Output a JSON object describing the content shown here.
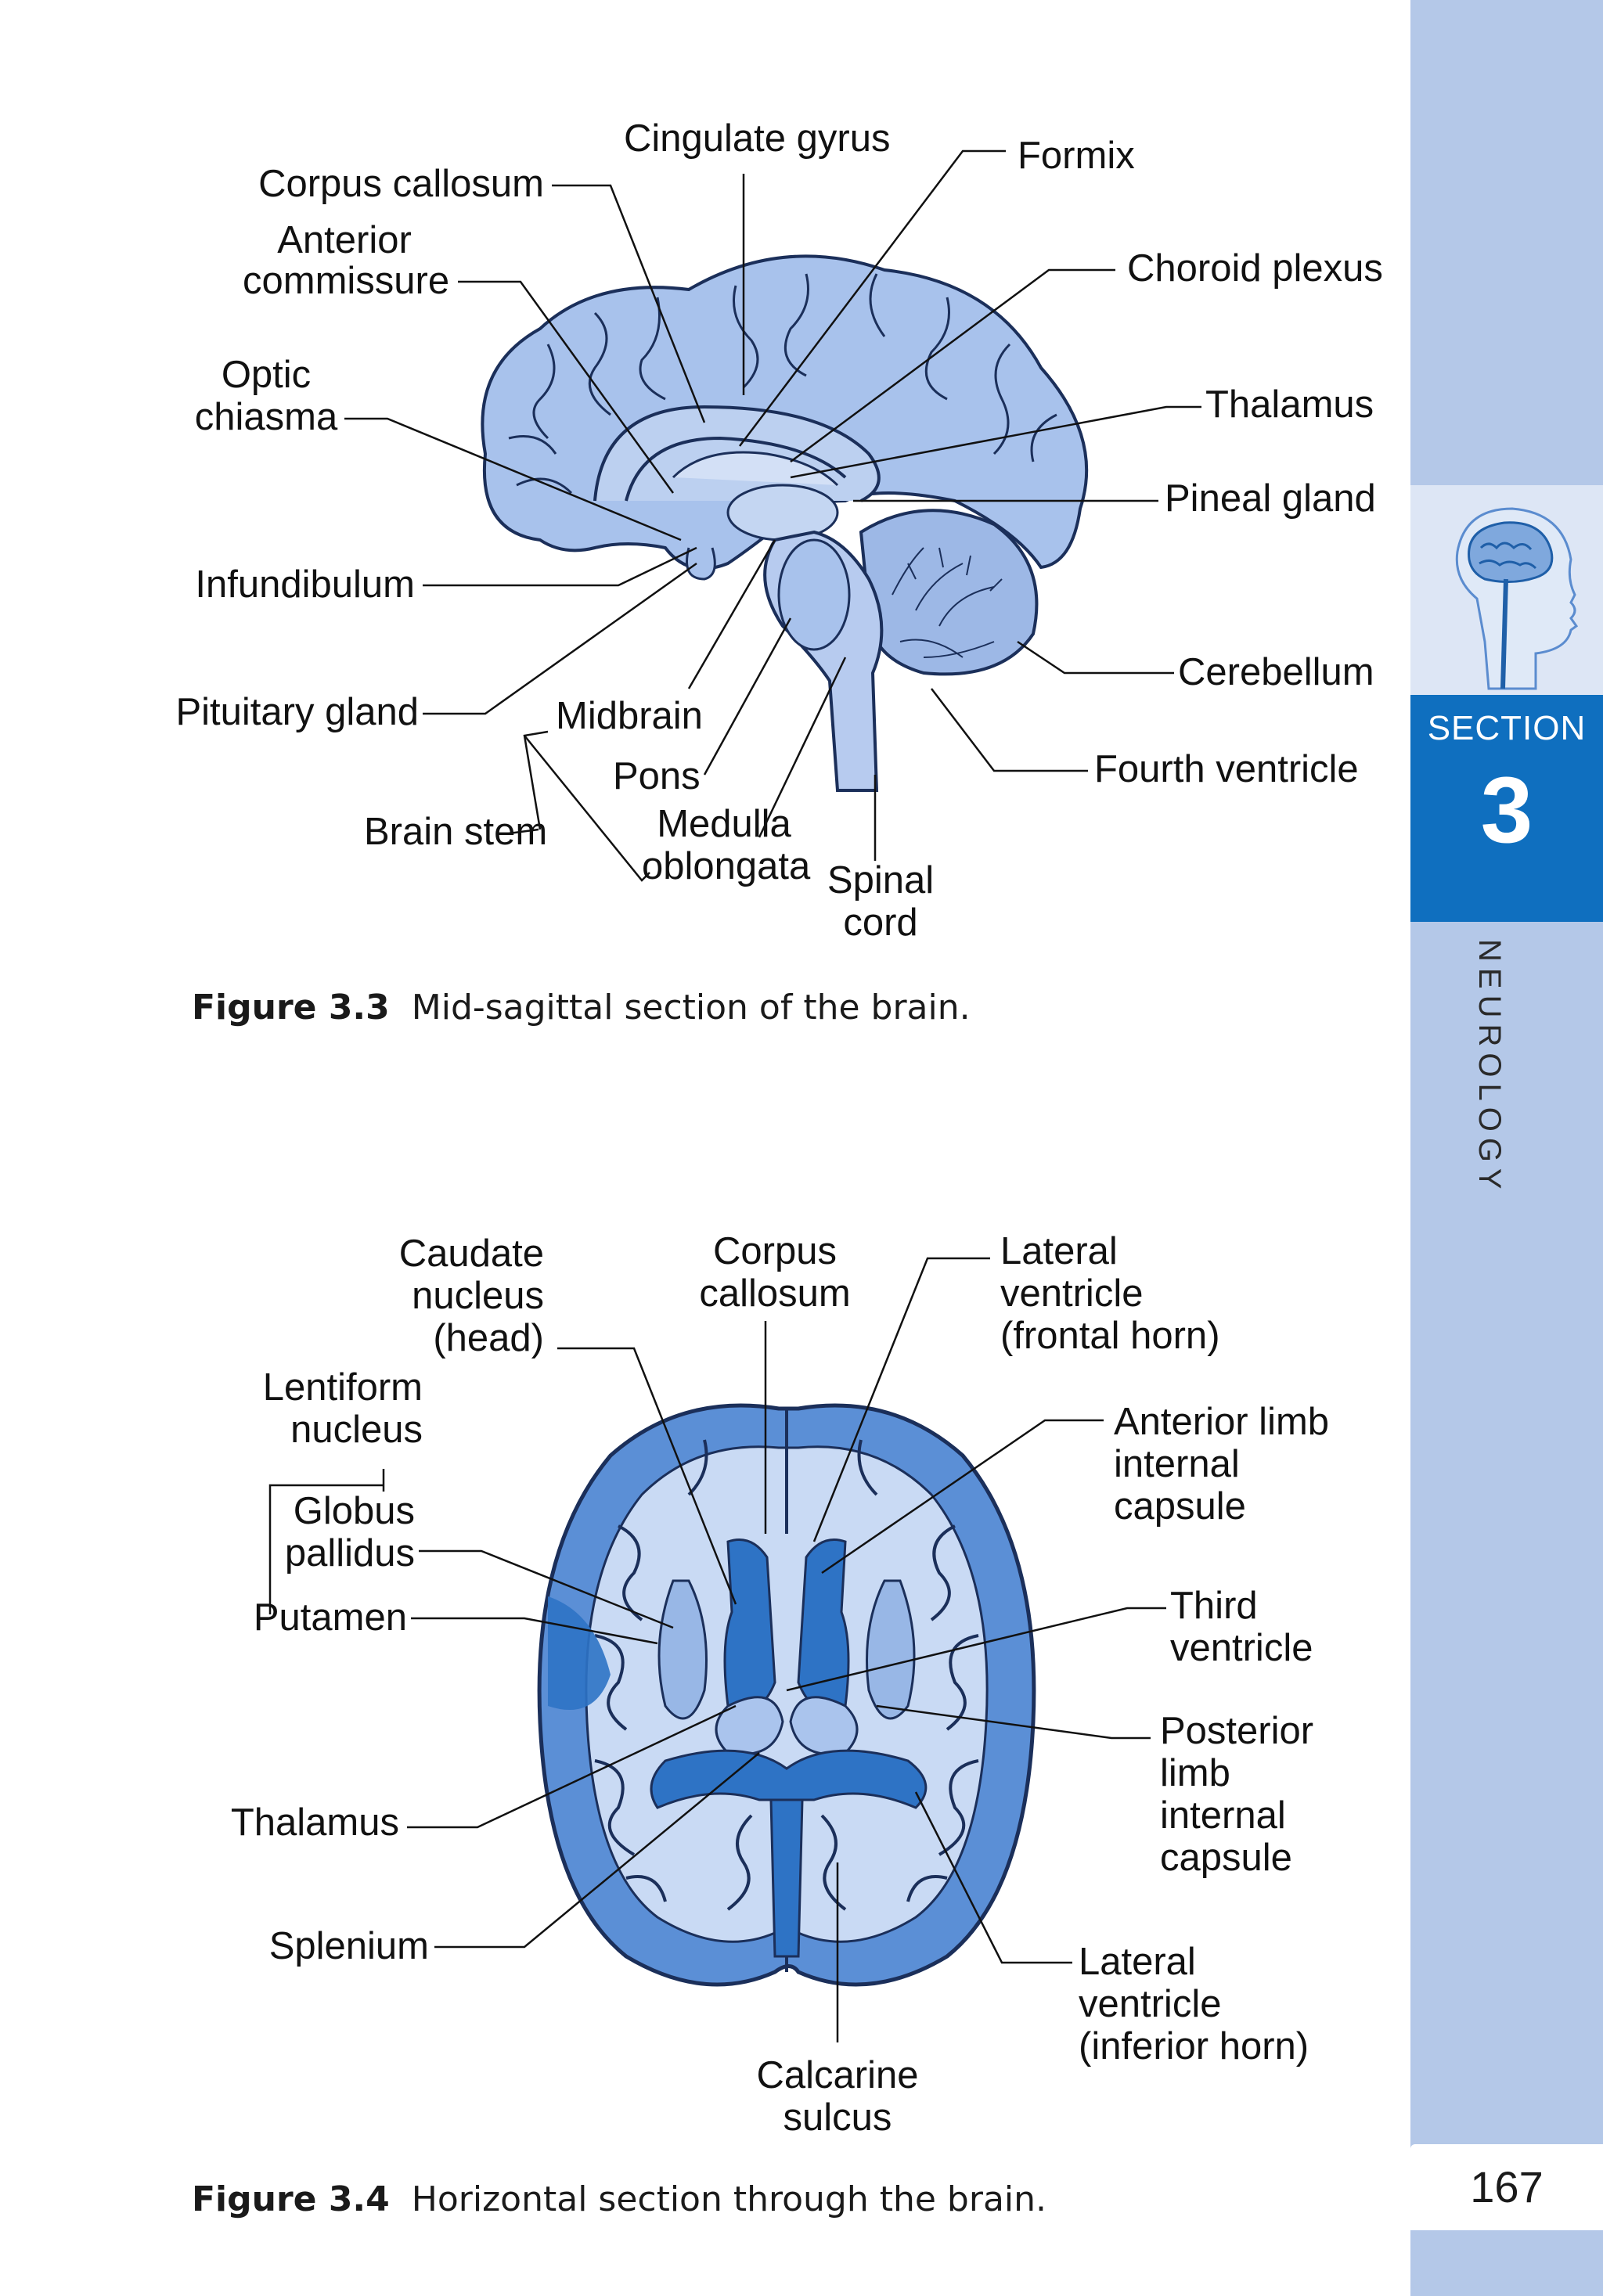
{
  "sidebar": {
    "section_label": "SECTION",
    "section_number": "3",
    "chapter": "NEUROLOGY",
    "page_number": "167"
  },
  "figure_3_3": {
    "caption_label": "Figure 3.3",
    "caption_text": "Mid-sagittal section of the brain.",
    "labels": {
      "cingulate_gyrus": "Cingulate gyrus",
      "corpus_callosum": "Corpus callosum",
      "fornix": "Formix",
      "anterior_commissure_1": "Anterior",
      "anterior_commissure_2": "commissure",
      "choroid_plexus": "Choroid plexus",
      "optic_chiasma_1": "Optic",
      "optic_chiasma_2": "chiasma",
      "thalamus": "Thalamus",
      "pineal_gland": "Pineal gland",
      "infundibulum": "Infundibulum",
      "cerebellum": "Cerebellum",
      "pituitary_gland": "Pituitary gland",
      "midbrain": "Midbrain",
      "pons": "Pons",
      "fourth_ventricle": "Fourth ventricle",
      "brain_stem": "Brain stem",
      "medulla_1": "Medulla",
      "medulla_2": "oblongata",
      "spinal_cord_1": "Spinal",
      "spinal_cord_2": "cord"
    }
  },
  "figure_3_4": {
    "caption_label": "Figure 3.4",
    "caption_text": "Horizontal section through the brain.",
    "labels": {
      "caudate_1": "Caudate",
      "caudate_2": "nucleus",
      "caudate_3": "(head)",
      "corpus_callosum_1": "Corpus",
      "corpus_callosum_2": "callosum",
      "lat_vent_front_1": "Lateral",
      "lat_vent_front_2": "ventricle",
      "lat_vent_front_3": "(frontal horn)",
      "lentiform_1": "Lentiform",
      "lentiform_2": "nucleus",
      "ant_limb_1": "Anterior limb",
      "ant_limb_2": "internal",
      "ant_limb_3": "capsule",
      "globus_1": "Globus",
      "globus_2": "pallidus",
      "putamen": "Putamen",
      "third_vent_1": "Third",
      "third_vent_2": "ventricle",
      "post_limb_1": "Posterior",
      "post_limb_2": "limb",
      "post_limb_3": "internal",
      "post_limb_4": "capsule",
      "thalamus": "Thalamus",
      "splenium": "Splenium",
      "lat_vent_inf_1": "Lateral",
      "lat_vent_inf_2": "ventricle",
      "lat_vent_inf_3": "(inferior horn)",
      "calcarine_1": "Calcarine",
      "calcarine_2": "sulcus"
    }
  }
}
